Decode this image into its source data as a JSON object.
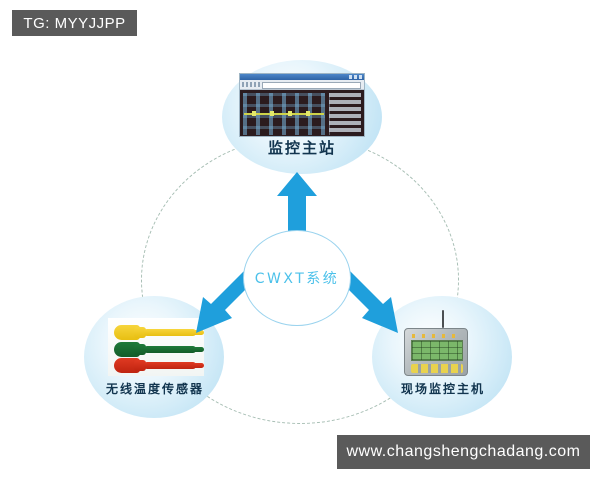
{
  "overlays": {
    "tg_badge": "TG: MYYJJPP",
    "site_badge": "www.changshengchadang.com"
  },
  "diagram": {
    "center": {
      "label": "CWXT系统",
      "color": "#4cc1ea"
    },
    "nodes": [
      {
        "id": "monitoring-master-station",
        "label": "监控主站",
        "position": "top",
        "image": "scada-monitor-screenshot"
      },
      {
        "id": "wireless-temperature-sensor",
        "label": "无线温度传感器",
        "position": "bottom-left",
        "image": "three-colored-cable-sensors"
      },
      {
        "id": "field-monitoring-host",
        "label": "现场监控主机",
        "position": "bottom-right",
        "image": "panel-device-with-antenna"
      }
    ],
    "arrows": [
      {
        "id": "arrow-to-master-station",
        "direction": "up",
        "color": "#1f9fdc"
      },
      {
        "id": "arrow-to-sensor",
        "direction": "down-left",
        "color": "#1f9fdc"
      },
      {
        "id": "arrow-to-host",
        "direction": "down-right",
        "color": "#1f9fdc"
      }
    ],
    "ring": {
      "style": "dashed",
      "color": "#8aa99b"
    },
    "sensors": [
      {
        "id": "sensor-yellow",
        "color": "#f0c71f"
      },
      {
        "id": "sensor-green",
        "color": "#1a6d33"
      },
      {
        "id": "sensor-red",
        "color": "#d32f16"
      }
    ]
  }
}
